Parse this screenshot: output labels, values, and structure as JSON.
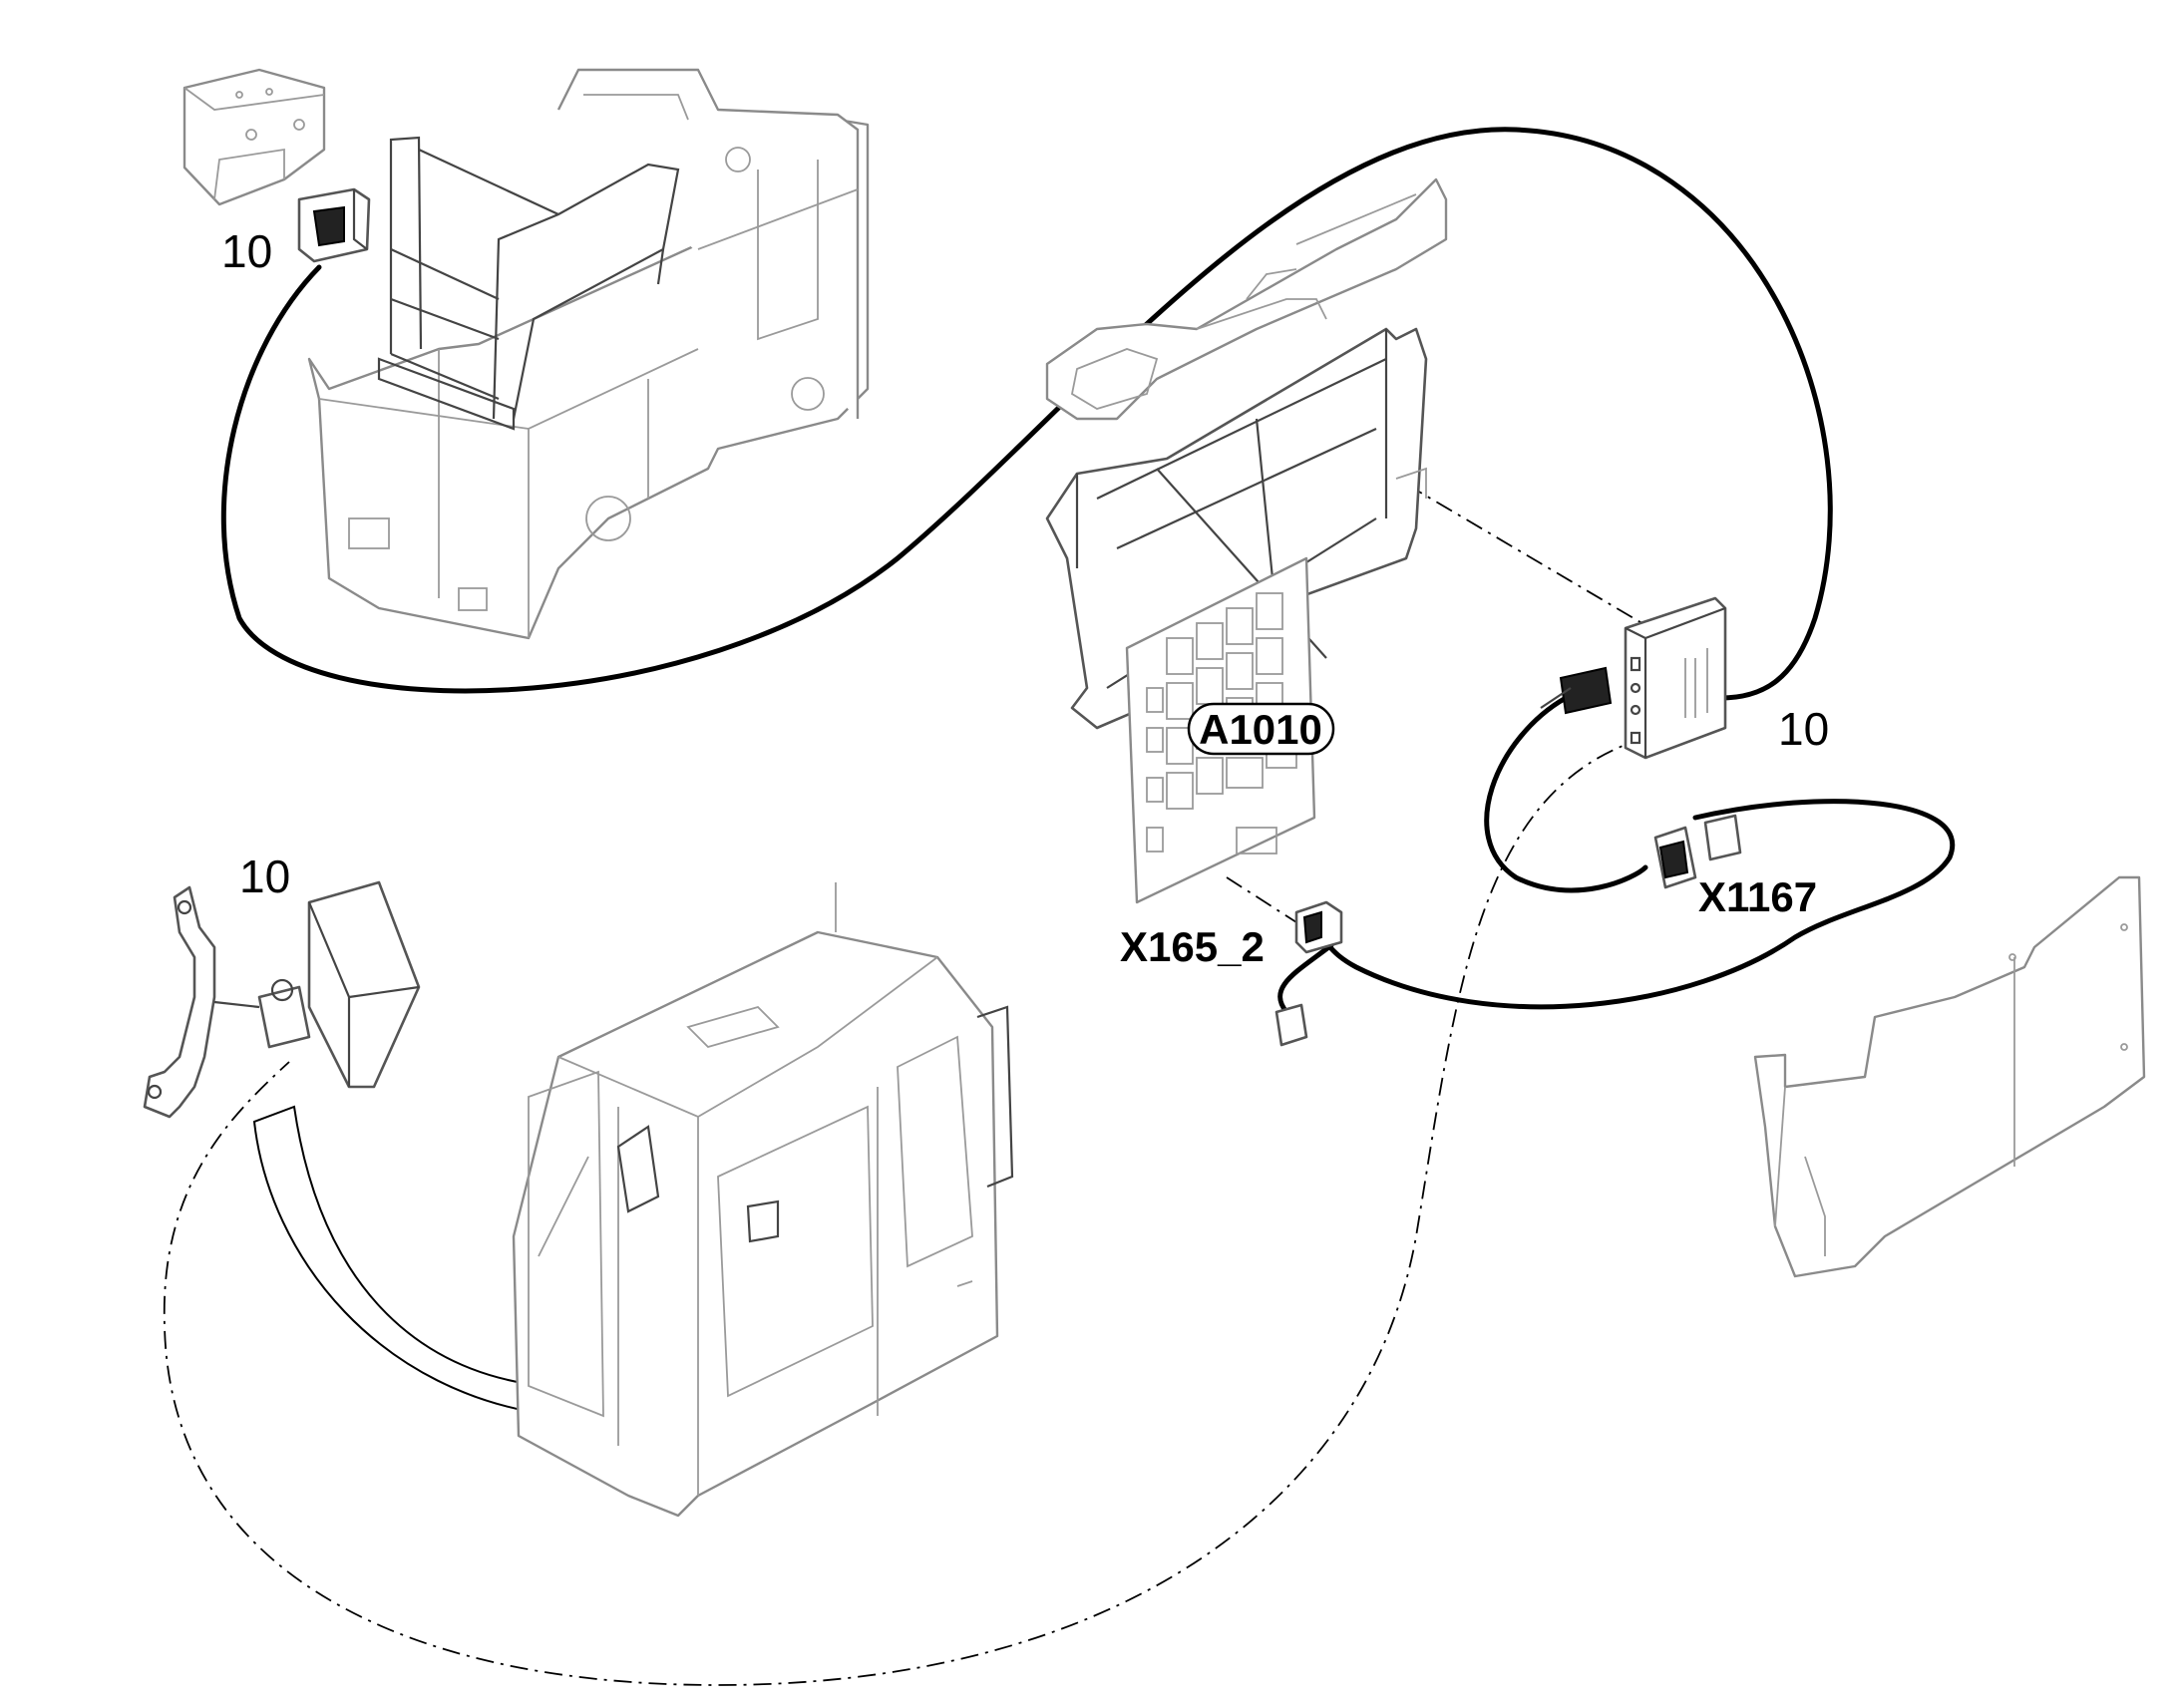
{
  "labels": {
    "item_top_left": "10",
    "item_right": "10",
    "item_mid_left": "10",
    "module": "A1010",
    "connector_right": "X1167",
    "connector_center": "X165_2"
  },
  "colors": {
    "line": "#000000",
    "outline": "#8a8a8a",
    "background": "#ffffff"
  }
}
